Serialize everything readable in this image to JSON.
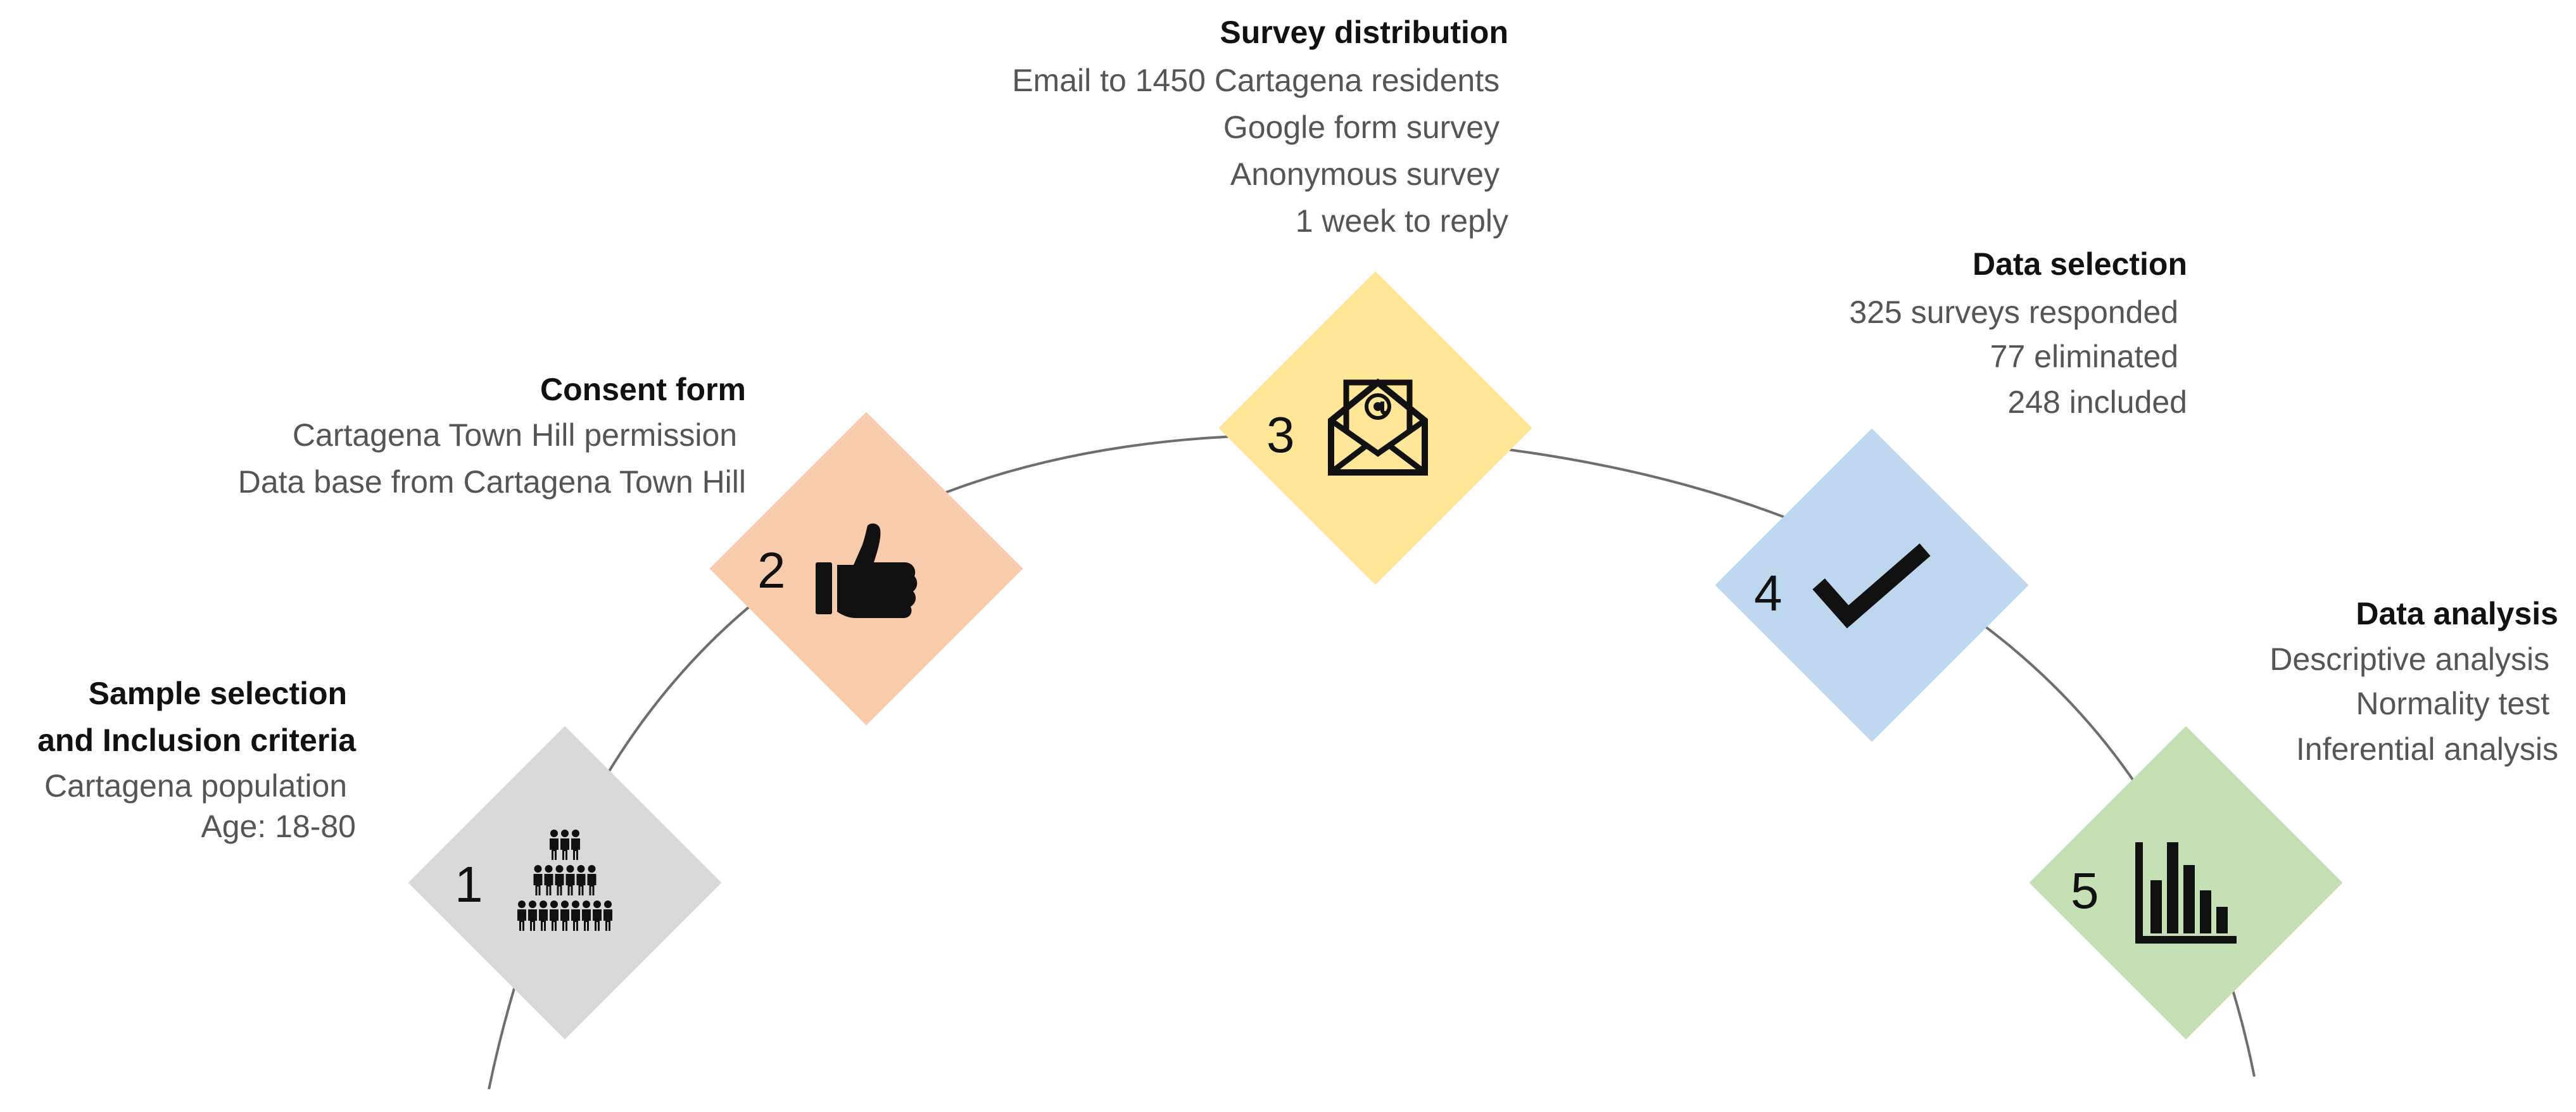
{
  "colors": {
    "step1": "#d9d9d9",
    "step2": "#f8cbad",
    "step3": "#ffe699",
    "step4": "#bdd7ee",
    "step5": "#c5e0b4",
    "arc": "#6e6e6e",
    "title": "#111111",
    "text": "#555555"
  },
  "steps": [
    {
      "number": "1",
      "icon": "population-pyramid-icon",
      "title_lines": [
        "Sample selection",
        "and Inclusion criteria"
      ],
      "lines": [
        "Cartagena population",
        "Age: 18-80"
      ]
    },
    {
      "number": "2",
      "icon": "thumbs-up-icon",
      "title_lines": [
        "Consent form"
      ],
      "lines": [
        "Cartagena Town Hill permission",
        "Data base from Cartagena Town Hill"
      ]
    },
    {
      "number": "3",
      "icon": "email-envelope-icon",
      "title_lines": [
        "Survey distribution"
      ],
      "lines": [
        "Email to 1450 Cartagena residents",
        "Google form survey",
        "Anonymous survey",
        "1 week to reply"
      ]
    },
    {
      "number": "4",
      "icon": "checkmark-icon",
      "title_lines": [
        "Data selection"
      ],
      "lines": [
        "325 surveys responded",
        "77 eliminated",
        "248 included"
      ]
    },
    {
      "number": "5",
      "icon": "bar-chart-icon",
      "title_lines": [
        "Data analysis"
      ],
      "lines": [
        "Descriptive analysis",
        "Normality test",
        "Inferential analysis"
      ]
    }
  ]
}
